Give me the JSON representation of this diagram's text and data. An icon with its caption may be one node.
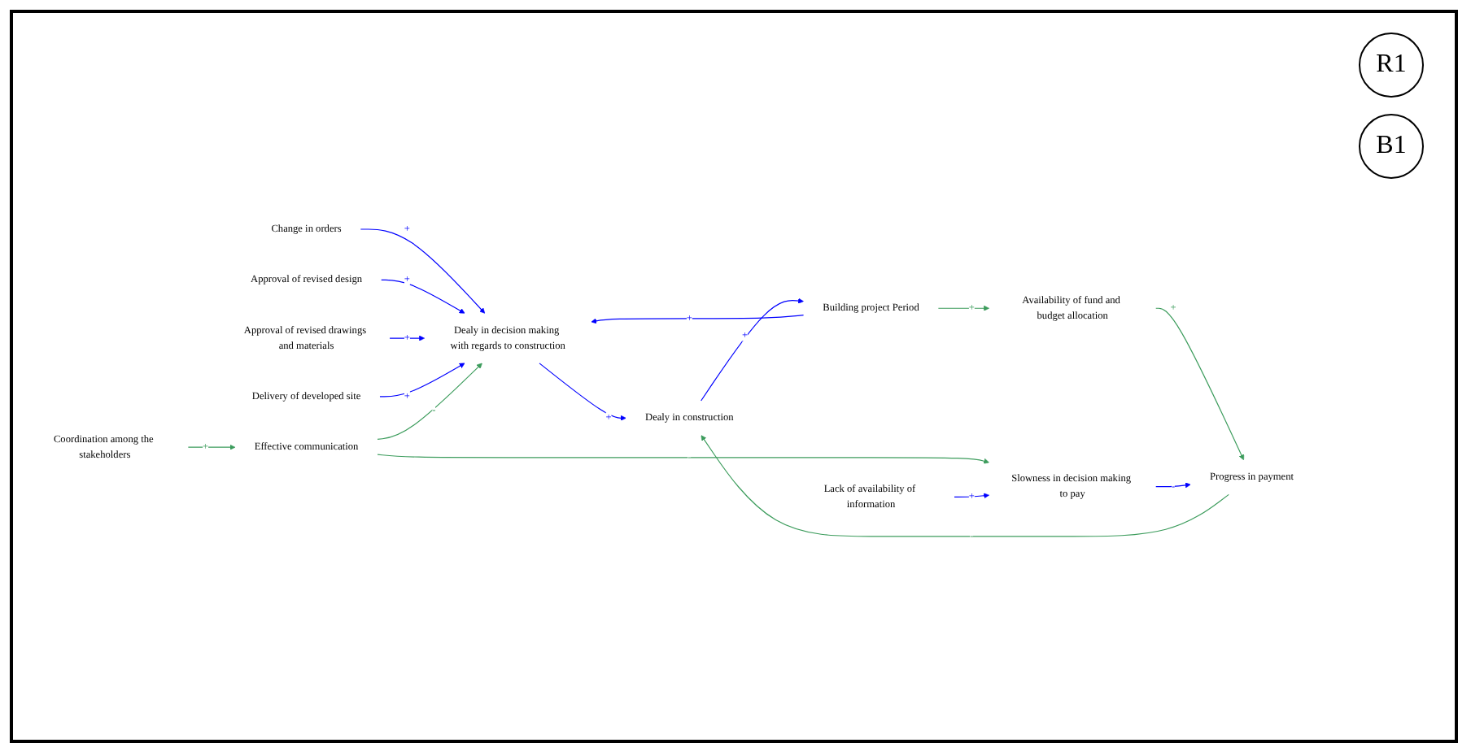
{
  "diagram": {
    "nodes": [
      {
        "text": [
          "Approval of revised design"
        ]
      },
      {
        "text": [
          "Change in orders"
        ]
      },
      {
        "text": [
          "Approval of revised drawings and materials"
        ]
      },
      {
        "text": [
          "Dealy in decision making with regards to construction"
        ]
      },
      {
        "text": [
          "Dealy in construction"
        ]
      },
      {
        "text": [
          "Progress in payment"
        ]
      },
      {
        "text": [
          "Delivery of developed site"
        ]
      },
      {
        "text": [
          "Availability of fund and budget allocation"
        ]
      },
      {
        "text": [
          "Building project Period"
        ]
      },
      {
        "text": [
          "Coordination among the stakeholders"
        ]
      },
      {
        "text": [
          "Effective communication"
        ]
      },
      {
        "text": [
          "Slowness in decision making to pay"
        ]
      },
      {
        "text": [
          "Lack of availability of information"
        ]
      }
    ],
    "edges": [
      {
        "from": 1,
        "to": 3,
        "arrow": "to",
        "label": "+"
      },
      {
        "from": 0,
        "to": 3,
        "arrow": "to",
        "label": "+"
      },
      {
        "from": 2,
        "to": 3,
        "arrow": "to",
        "label": "+"
      },
      {
        "from": 6,
        "to": 3,
        "arrow": "to",
        "label": "+"
      },
      {
        "from": 3,
        "to": 4,
        "arrow": "to",
        "label": "+"
      },
      {
        "from": 5,
        "to": 4,
        "arrow": "to",
        "label": "-",
        "color": "#3c9c5c"
      },
      {
        "from": 4,
        "to": 8,
        "arrow": "to",
        "label": "+"
      },
      {
        "from": 8,
        "to": 3,
        "arrow": "to",
        "label": "+"
      },
      {
        "from": 10,
        "to": 3,
        "arrow": "to",
        "label": "-",
        "color": "#3c9c5c"
      },
      {
        "from": 8,
        "to": 7,
        "arrow": "to",
        "label": "+",
        "color": "#3c9c5c"
      },
      {
        "from": 7,
        "to": 5,
        "arrow": "to",
        "label": "+",
        "color": "#3c9c5c"
      },
      {
        "from": 11,
        "to": 5,
        "arrow": "to",
        "label": "-"
      },
      {
        "from": 9,
        "to": 10,
        "arrow": "to",
        "label": "+",
        "color": "#3c9c5c"
      },
      {
        "from": 10,
        "to": 11,
        "arrow": "to",
        "label": "-",
        "color": "#3c9c5c"
      },
      {
        "from": 12,
        "to": 11,
        "arrow": "to",
        "label": "+"
      }
    ],
    "labels": [
      "R1",
      "B1"
    ]
  }
}
